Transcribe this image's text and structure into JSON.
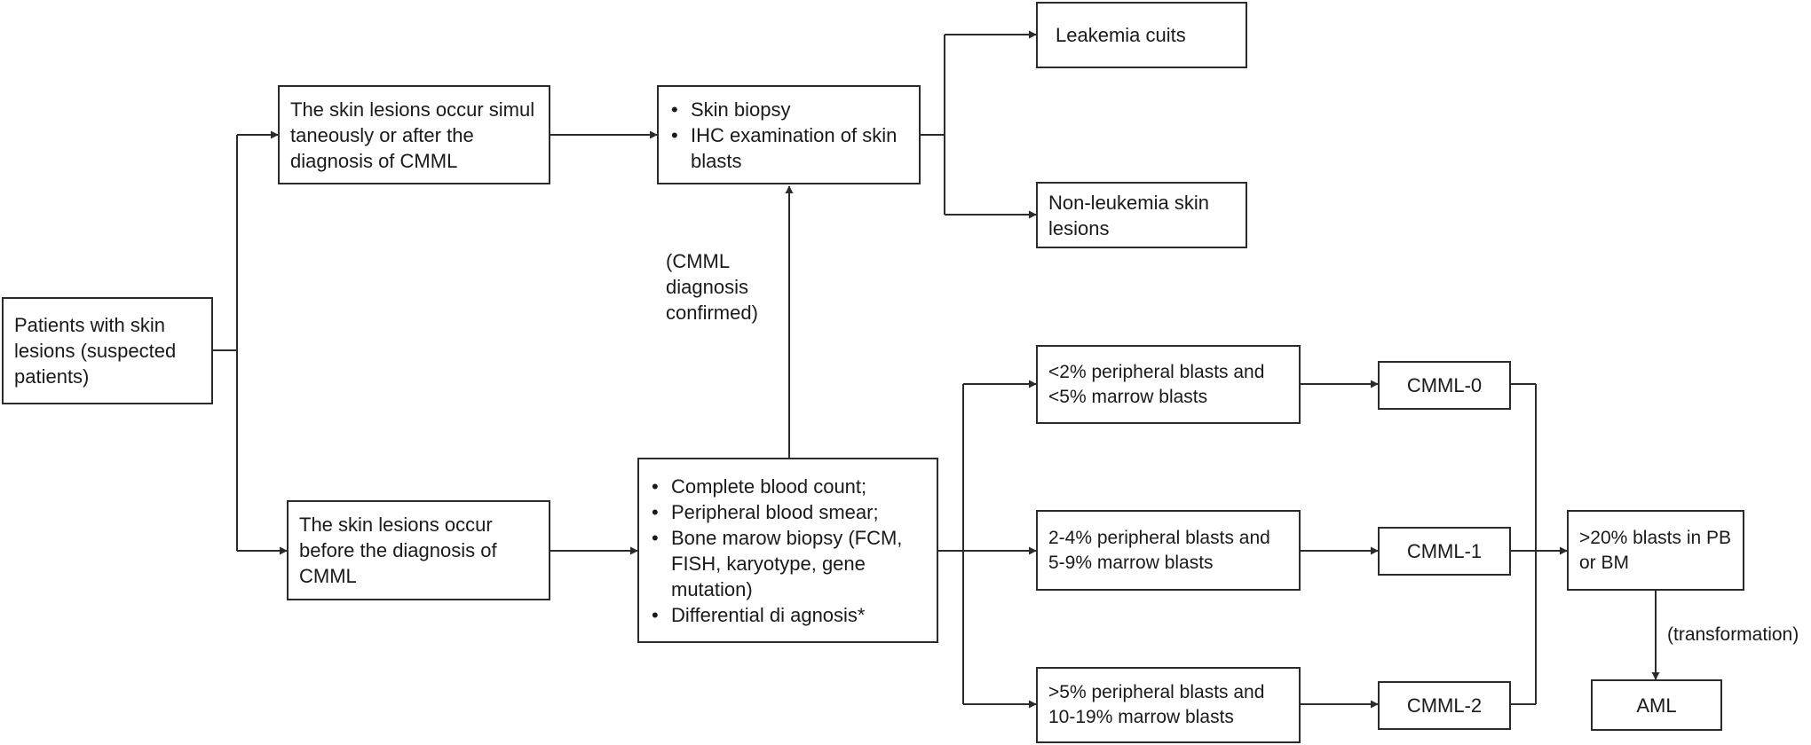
{
  "nodes": {
    "patients": "Patients with skin lesions (suspected patients)",
    "skin_after": "The skin lesions occur simul taneously or after the diagnosis of CMML",
    "skin_before": "The skin lesions occur before the diagnosis of CMML",
    "biopsy_items": [
      "Skin biopsy",
      "IHC examination of skin blasts"
    ],
    "leukemia_cutis": "Leakemia cuits",
    "non_leukemia": "Non-leukemia skin lesions",
    "workup_items": [
      "Complete blood count;",
      "Peripheral blood smear;",
      "Bone marow biopsy (FCM, FISH, karyotype, gene mutation)",
      "Differential di agnosis*"
    ],
    "blasts_lt2": "<2% peripheral blasts and <5% marrow blasts",
    "blasts_2_4": "2-4% peripheral blasts and 5-9% marrow blasts",
    "blasts_gt5": ">5% peripheral blasts and 10-19% marrow blasts",
    "cmml0": "CMML-0",
    "cmml1": "CMML-1",
    "cmml2": "CMML-2",
    "gt20": ">20% blasts in PB or BM",
    "aml": "AML"
  },
  "edge_labels": {
    "confirmed": "(CMML diagnosis confirmed)",
    "transformation": "(transformation)"
  }
}
